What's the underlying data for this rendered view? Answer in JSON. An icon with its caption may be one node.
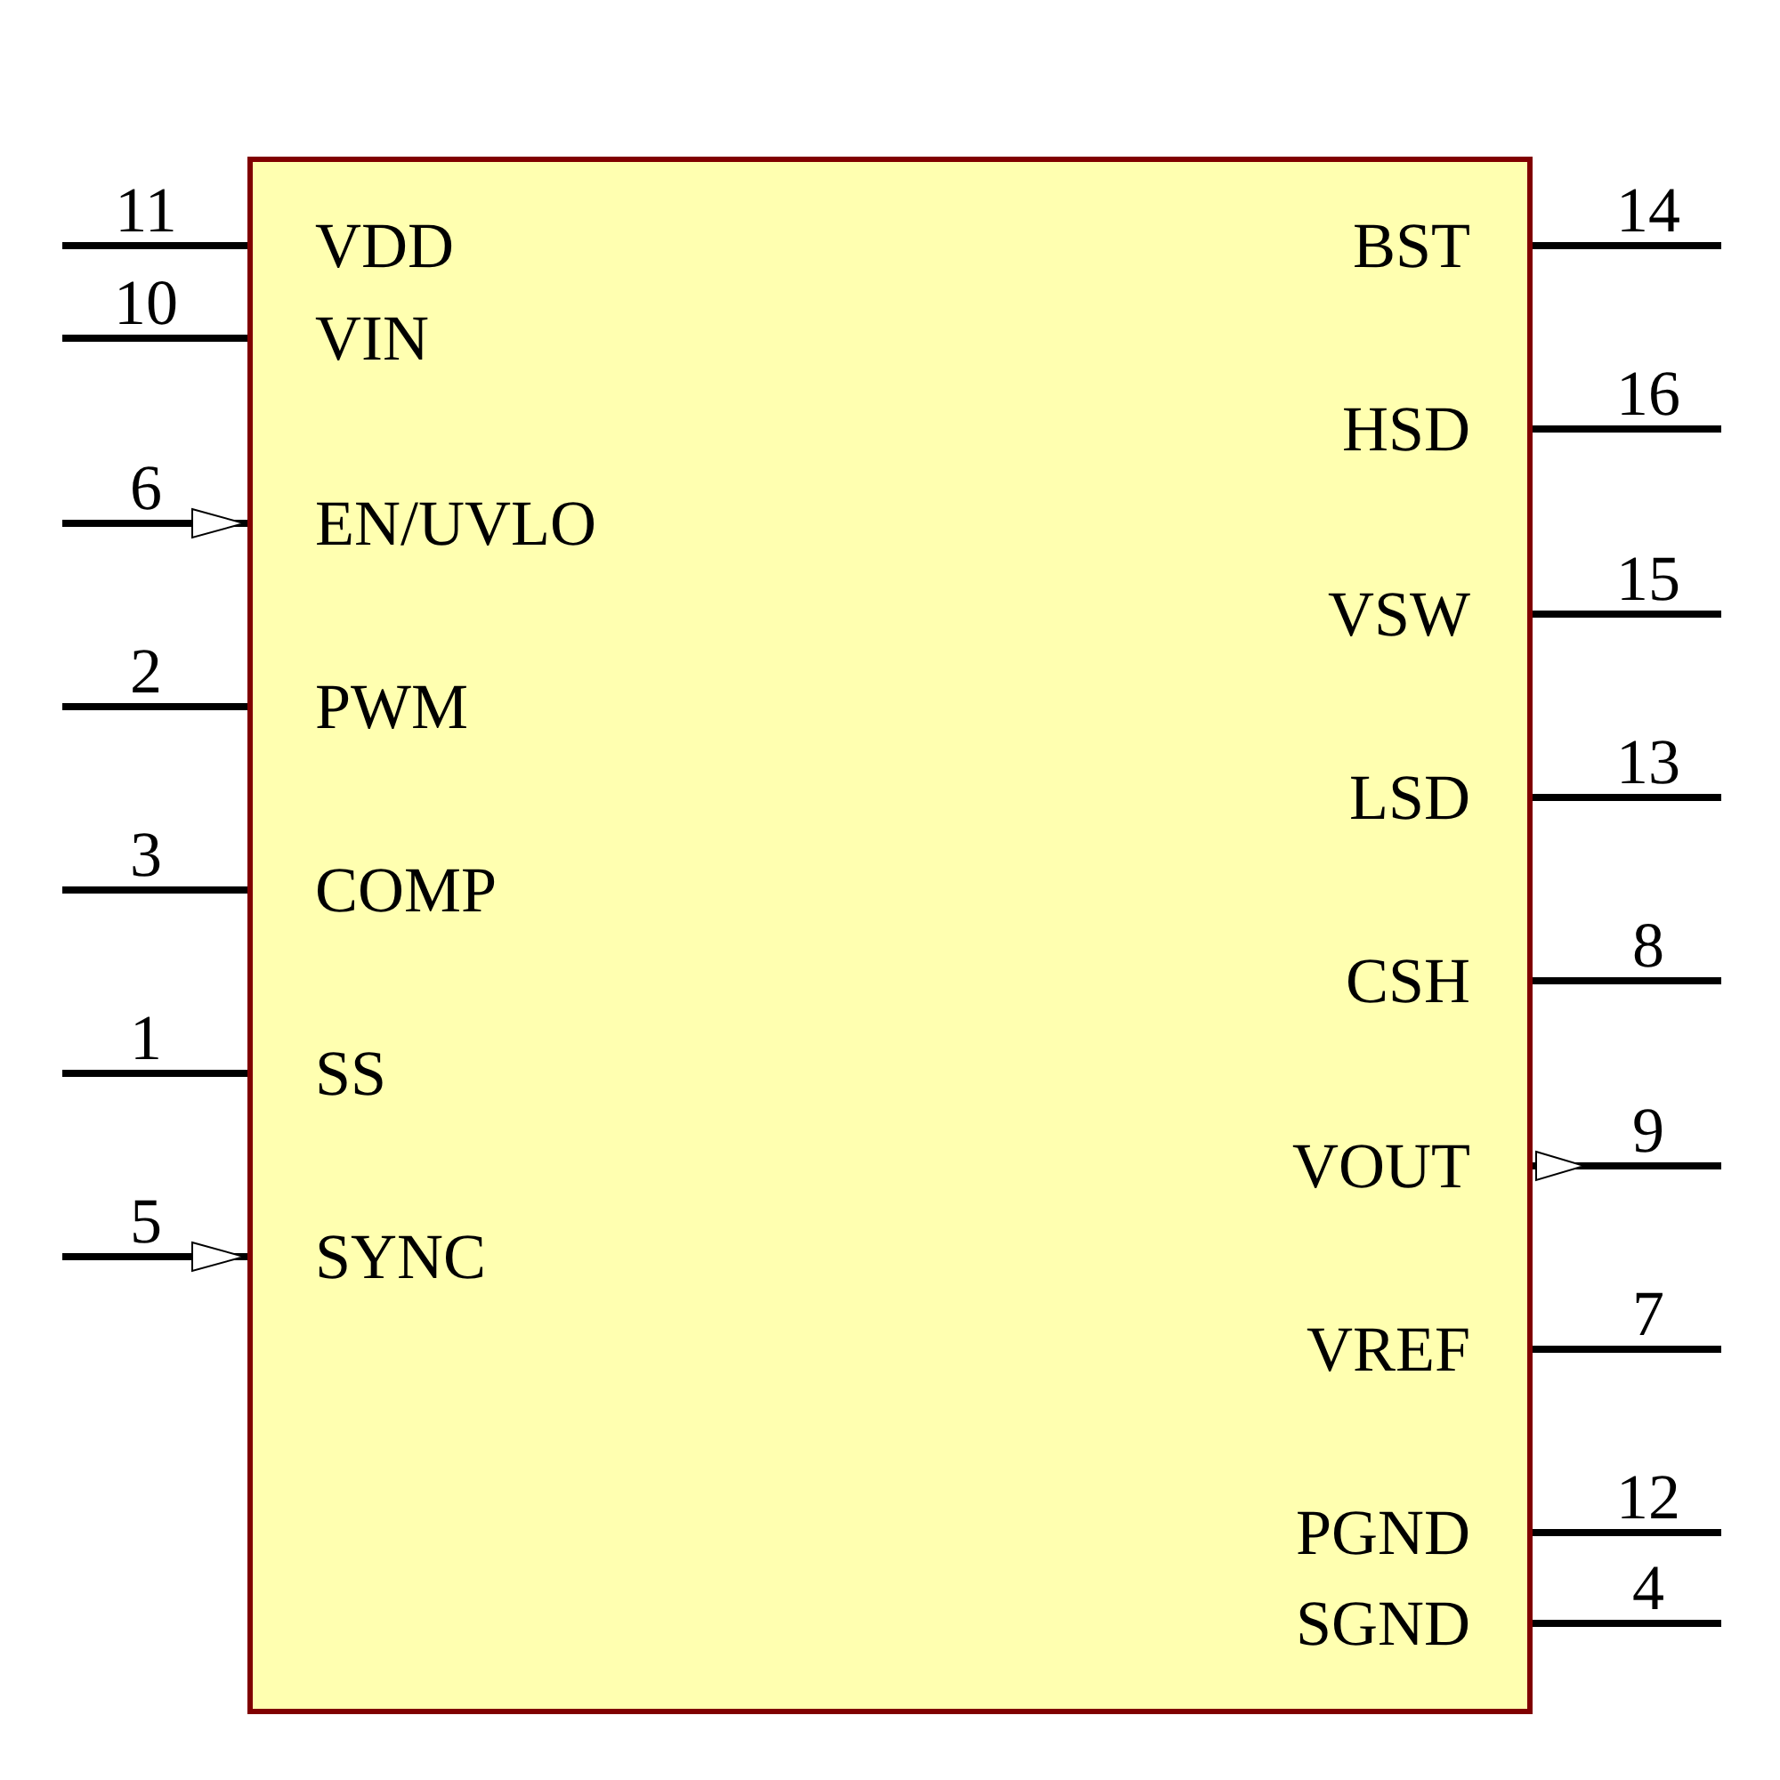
{
  "diagram": {
    "nodes": [
      {
        "text": [
          "VDD",
          "VIN",
          "EN/UVLO",
          "PWM",
          "COMP",
          "SS",
          "SYNC",
          "BST",
          "HSD",
          "VSW",
          "LSD",
          "CSH",
          "VOUT",
          "VREF",
          "PGND",
          "SGND"
        ]
      }
    ],
    "labels": [
      "11",
      "10",
      "6",
      "2",
      "3",
      "1",
      "5",
      "14",
      "16",
      "15",
      "13",
      "8",
      "9",
      "7",
      "12",
      "4"
    ]
  }
}
